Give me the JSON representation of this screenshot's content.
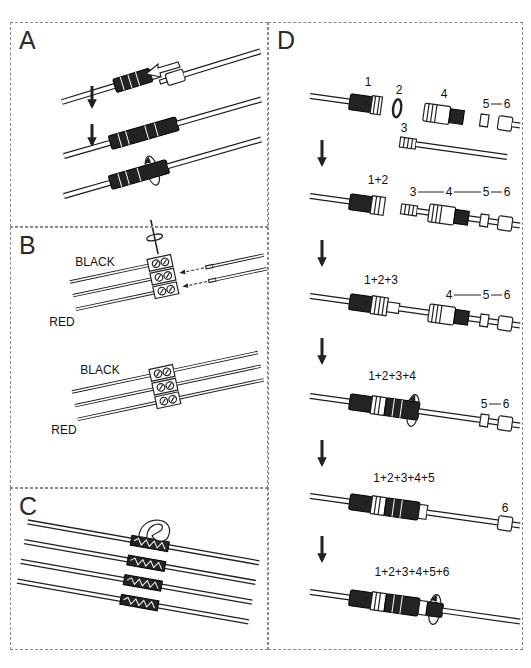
{
  "diagram": {
    "nodes": [
      {
        "text": [
          "A"
        ]
      },
      {
        "text": [
          "B"
        ]
      },
      {
        "text": [
          "C"
        ]
      },
      {
        "text": [
          "D"
        ]
      }
    ],
    "labels": [
      "BLACK",
      "RED",
      "BLACK",
      "RED",
      "1",
      "2",
      "4",
      "5",
      "6",
      "3",
      "1+2",
      "3",
      "4",
      "5",
      "6",
      "1+2+3",
      "4",
      "5",
      "6",
      "1+2+3+4",
      "5",
      "6",
      "1+2+3+4+5",
      "6",
      "1+2+3+4+5+6"
    ]
  }
}
